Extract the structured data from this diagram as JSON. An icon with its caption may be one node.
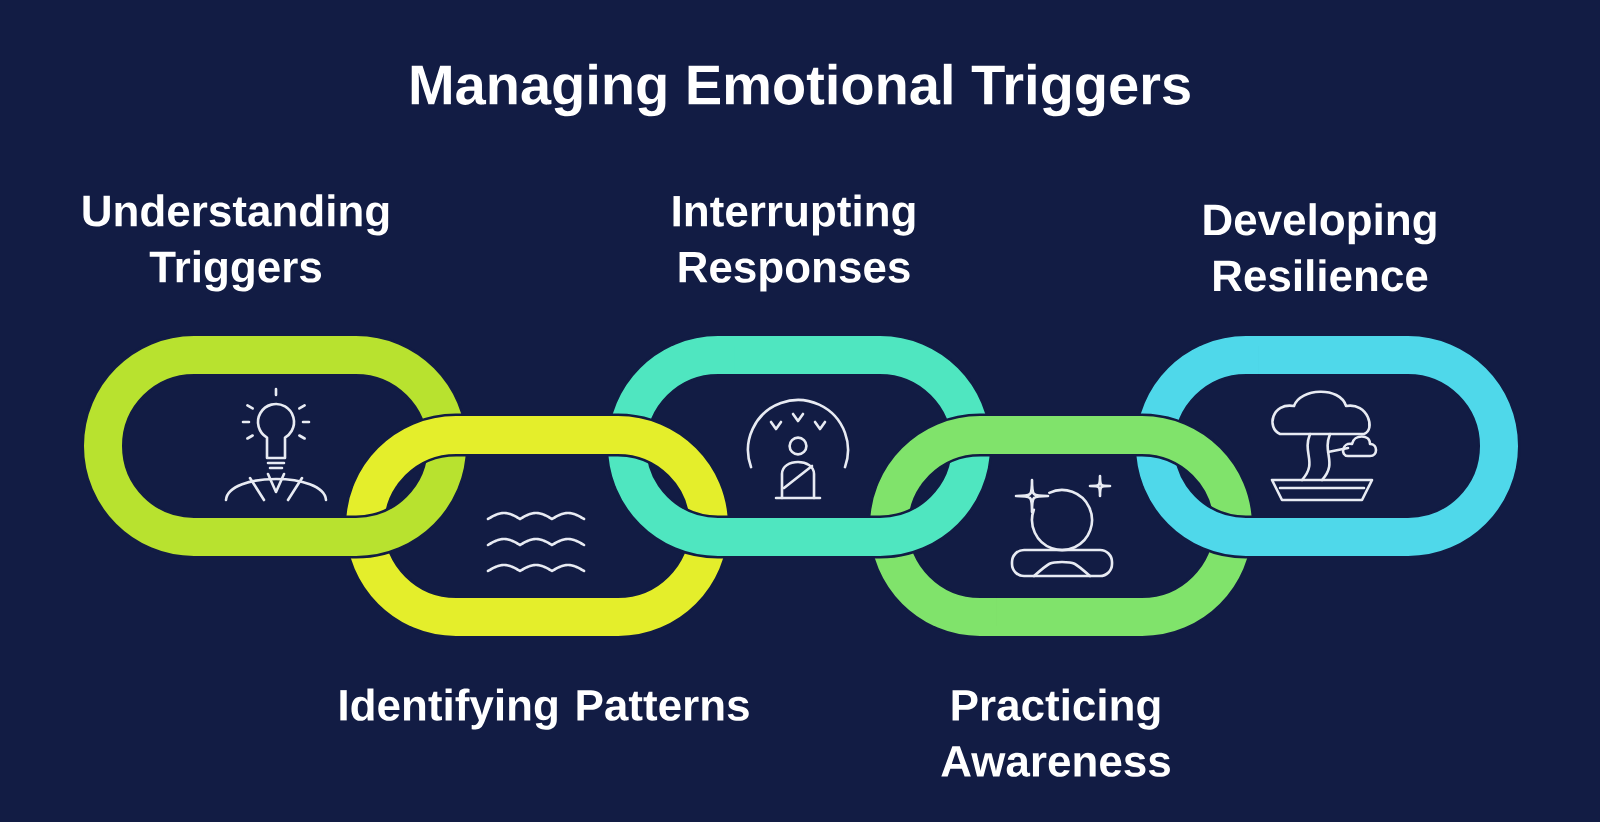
{
  "diagram": {
    "title": "Managing Emotional Triggers",
    "nodes": [
      {
        "text": [
          "Understanding Triggers"
        ]
      },
      {
        "text": [
          "Identifying Patterns"
        ]
      },
      {
        "text": [
          "Interrupting Responses"
        ]
      },
      {
        "text": [
          "Practicing Awareness"
        ]
      },
      {
        "text": [
          "Developing Resilience"
        ]
      }
    ]
  }
}
